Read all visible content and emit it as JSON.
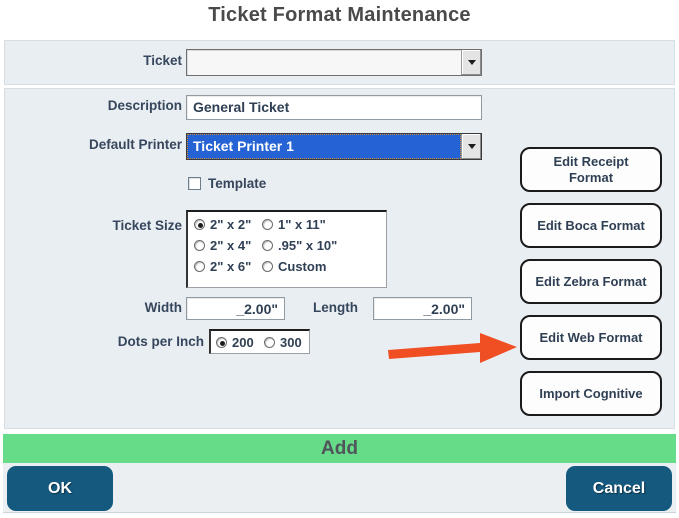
{
  "title": "Ticket Format Maintenance",
  "colors": {
    "panel_bg": "#e9eef3",
    "highlight_blue": "#2563d4",
    "green_bar": "#66db88",
    "action_button_blue": "#15597f",
    "arrow_orange": "#f04e23",
    "label_text": "#36465c"
  },
  "ticket_section": {
    "label": "Ticket",
    "value": ""
  },
  "form": {
    "description": {
      "label": "Description",
      "value": "General Ticket"
    },
    "default_printer": {
      "label": "Default Printer",
      "value": "Ticket Printer 1",
      "selected": true
    },
    "template": {
      "label": "Template",
      "checked": false
    },
    "ticket_size": {
      "label": "Ticket Size",
      "options": [
        {
          "label": "2\" x 2\"",
          "selected": true
        },
        {
          "label": "1\" x 11\"",
          "selected": false
        },
        {
          "label": "2\" x 4\"",
          "selected": false
        },
        {
          "label": ".95\" x 10\"",
          "selected": false
        },
        {
          "label": "2\" x 6\"",
          "selected": false
        },
        {
          "label": "Custom",
          "selected": false
        }
      ]
    },
    "width": {
      "label": "Width",
      "value": "_2.00\""
    },
    "length": {
      "label": "Length",
      "value": "_2.00\""
    },
    "dots_per_inch": {
      "label": "Dots per Inch",
      "options": [
        {
          "label": "200",
          "selected": true
        },
        {
          "label": "300",
          "selected": false
        }
      ]
    }
  },
  "side_buttons": [
    {
      "label": "Edit Receipt\nFormat"
    },
    {
      "label": "Edit Boca Format"
    },
    {
      "label": "Edit Zebra Format"
    },
    {
      "label": "Edit Web Format"
    },
    {
      "label": "Import Cognitive"
    }
  ],
  "add_button": "Add",
  "ok_button": "OK",
  "cancel_button": "Cancel"
}
